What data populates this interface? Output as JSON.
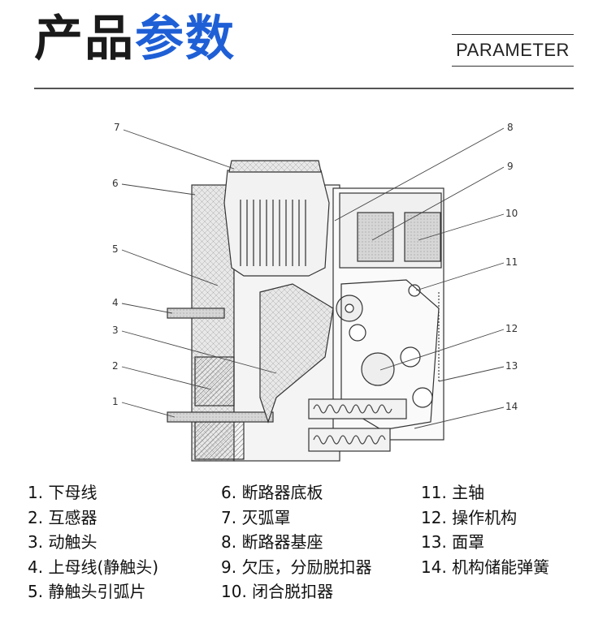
{
  "header": {
    "title_part1": "产品",
    "title_part2": "参数",
    "subtitle": "PARAMETER",
    "accent_color": "#1f5fd6"
  },
  "diagram": {
    "callouts": [
      "1",
      "2",
      "3",
      "4",
      "5",
      "6",
      "7",
      "8",
      "9",
      "10",
      "11",
      "12",
      "13",
      "14"
    ]
  },
  "legend": {
    "col1": [
      "1. 下母线",
      "2. 互感器",
      "3. 动触头",
      "4. 上母线(静触头)",
      "5. 静触头引弧片"
    ],
    "col2": [
      "6. 断路器底板",
      "7. 灭弧罩",
      "8. 断路器基座",
      "9. 欠压，分励脱扣器",
      "10. 闭合脱扣器"
    ],
    "col3": [
      "11. 主轴",
      "12. 操作机构",
      "13. 面罩",
      "14. 机构储能弹簧"
    ]
  }
}
